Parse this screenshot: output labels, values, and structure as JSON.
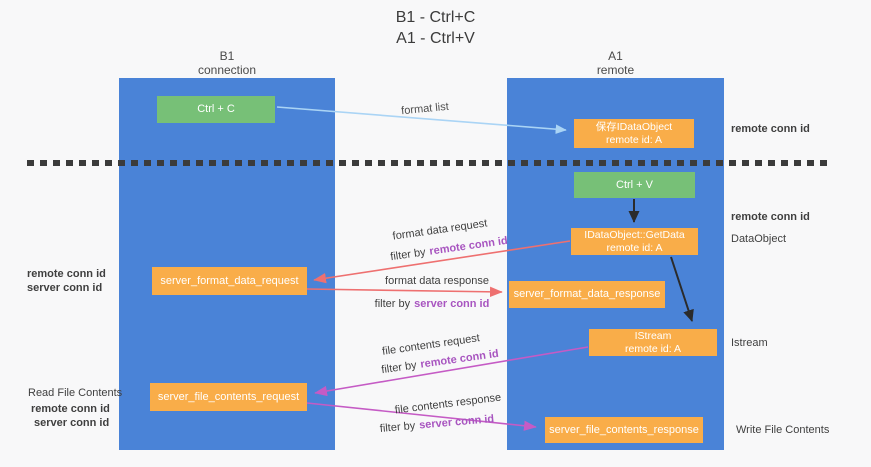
{
  "title": {
    "line1": "B1 - Ctrl+C",
    "line2": "A1 - Ctrl+V"
  },
  "lanes": {
    "b1": {
      "name": "B1",
      "subtitle": "connection"
    },
    "a1": {
      "name": "A1",
      "subtitle": "remote"
    }
  },
  "nodes": {
    "ctrl_c": {
      "label": "Ctrl + C"
    },
    "ctrl_v": {
      "label": "Ctrl + V"
    },
    "save_dataobject": {
      "line1": "保存IDataObject",
      "line2": "remote id: A"
    },
    "getdata": {
      "line1": "IDataObject::GetData",
      "line2": "remote id: A"
    },
    "istream": {
      "line1": "IStream",
      "line2": "remote id: A"
    },
    "server_format_data_request": {
      "label": "server_format_data_request"
    },
    "server_format_data_response": {
      "label": "server_format_data_response"
    },
    "server_file_contents_request": {
      "label": "server_file_contents_request"
    },
    "server_file_contents_response": {
      "label": "server_file_contents_response"
    }
  },
  "edge_labels": {
    "format_list": "format list",
    "format_data_request": "format data request",
    "format_data_response": "format data response",
    "file_contents_request": "file contents request",
    "file_contents_response": "file contents response",
    "filter_by": "filter by",
    "remote_conn_id": "remote conn id",
    "server_conn_id": "server conn id"
  },
  "side_labels": {
    "remote_conn_id": "remote conn id",
    "server_conn_id": "server conn id",
    "dataobject": "DataObject",
    "istream": "Istream",
    "read_file_contents": "Read File Contents",
    "write_file_contents": "Write File Contents"
  },
  "colors": {
    "lane_blue": "#4a83d7",
    "node_orange": "#f9ad49",
    "node_green": "#77c077",
    "arrow_light_blue": "#aad4f5",
    "arrow_red": "#ee7070",
    "arrow_magenta": "#c55bc5",
    "arrow_black": "#2b2b2b",
    "text_purple": "#a855c0",
    "text_green": "#55ae55",
    "dash_line": "#3b3b3b"
  }
}
